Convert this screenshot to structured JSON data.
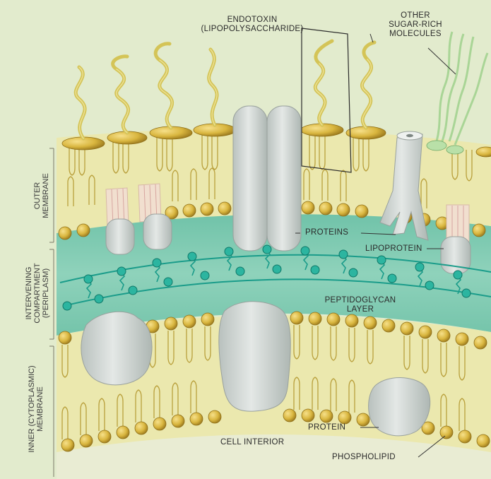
{
  "labels": {
    "endotoxin_line1": "ENDOTOXIN",
    "endotoxin_line2": "(LIPOPOLYSACCHARIDE)",
    "other_line1": "OTHER",
    "other_line2": "SUGAR-RICH",
    "other_line3": "MOLECULES",
    "proteins": "PROTEINS",
    "lipoprotein": "LIPOPROTEIN",
    "peptidoglycan_line1": "PEPTIDOGLYCAN",
    "peptidoglycan_line2": "LAYER",
    "protein": "PROTEIN",
    "cell_interior": "CELL INTERIOR",
    "phospholipid": "PHOSPHOLIPID"
  },
  "side_labels": {
    "outer_line1": "OUTER",
    "outer_line2": "MEMBRANE",
    "intervening_line1": "INTERVENING",
    "intervening_line2": "COMPARTMENT",
    "intervening_line3": "(PERIPLASM)",
    "inner_line1": "INNER (CYTOPLASMIC)",
    "inner_line2": "MEMBRANE"
  },
  "colors": {
    "background": "#e2ebcd",
    "membrane_fill": "#e9e7a8",
    "head_gold": "#d8b53c",
    "head_dark": "#a88420",
    "periplasm_teal": "#7fcab0",
    "peptidoglycan": "#1fa390",
    "protein_gray": "#cdd3d0",
    "sugar_green": "#9fcf8e"
  }
}
